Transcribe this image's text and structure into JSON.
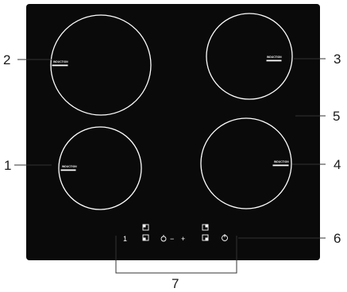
{
  "callouts": {
    "c1": "1",
    "c2": "2",
    "c3": "3",
    "c4": "4",
    "c5": "5",
    "c6": "6",
    "c7": "7"
  },
  "zone_labels": {
    "front_left": "INDUCTION",
    "rear_left": "INDUCTION",
    "rear_right": "INDUCTION",
    "front_right": "INDUCTION"
  },
  "controls": {
    "minus": "−",
    "plus": "+",
    "key_digit": "1"
  },
  "colors": {
    "glass": "#0a0a0a",
    "lines": "#ffffff",
    "leader": "#333333"
  }
}
